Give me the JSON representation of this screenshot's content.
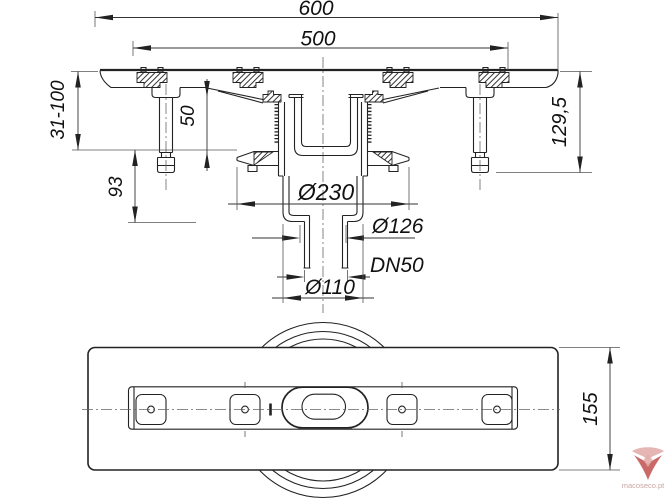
{
  "drawing": {
    "dimensions": {
      "overall_width": "600",
      "grate_width": "500",
      "install_height_range": "31-100",
      "adjustment_height": "50",
      "body_depth": "93",
      "total_height": "129,5",
      "flange_diameter": "Ø230",
      "collar_diameter": "Ø126",
      "outlet_nominal": "DN50",
      "base_diameter": "Ø110",
      "plan_height": "155"
    },
    "watermark": {
      "text": "macoseco.pt",
      "color_dark": "#c0504d",
      "color_light": "#e2aeac",
      "text_color": "#c9a4a2"
    },
    "colors": {
      "background": "#ffffff",
      "line": "#222222",
      "dimension_line": "#333333",
      "centerline": "#6a6a6a"
    }
  }
}
